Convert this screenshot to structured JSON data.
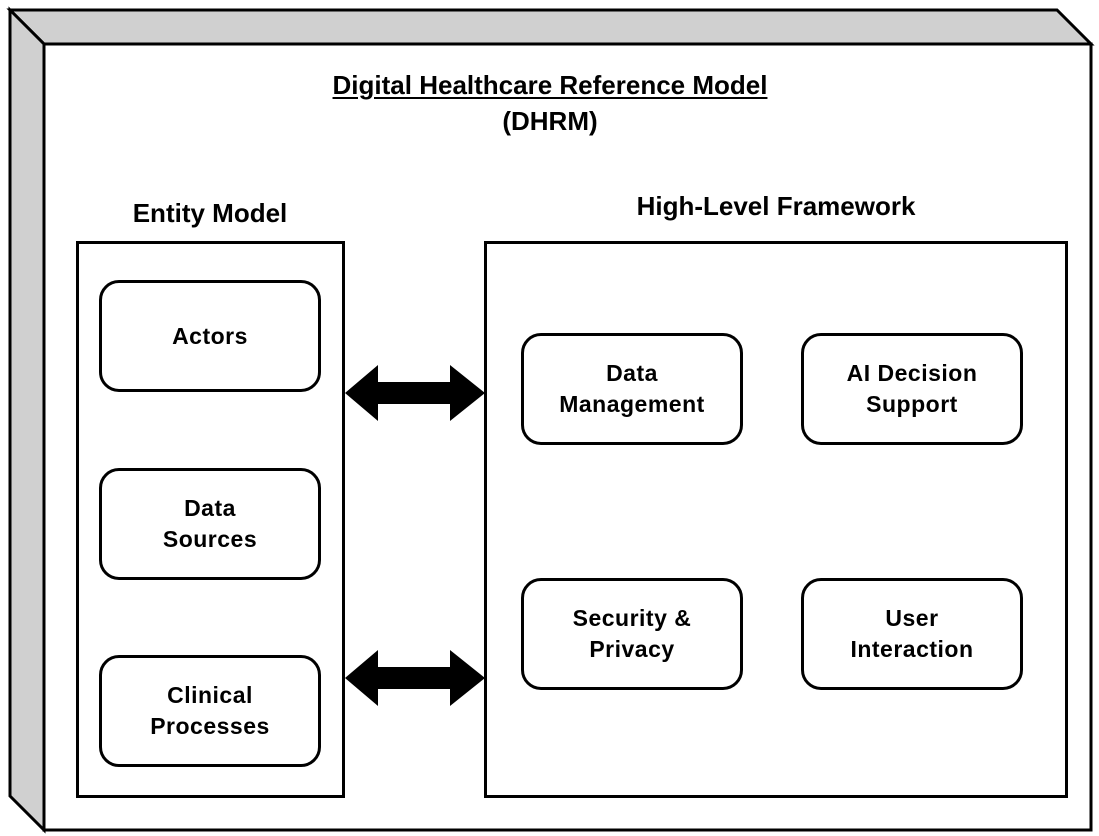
{
  "diagram": {
    "title": "Digital Healthcare Reference Model",
    "subtitle": "(DHRM)",
    "entity_model": {
      "title": "Entity Model",
      "items": [
        {
          "lines": [
            "Actors"
          ]
        },
        {
          "lines": [
            "Data",
            "Sources"
          ]
        },
        {
          "lines": [
            "Clinical",
            "Processes"
          ]
        }
      ]
    },
    "framework": {
      "title": "High-Level Framework",
      "items": [
        {
          "lines": [
            "Data",
            "Management"
          ]
        },
        {
          "lines": [
            "AI Decision",
            "Support"
          ]
        },
        {
          "lines": [
            "Security &",
            "Privacy"
          ]
        },
        {
          "lines": [
            "User",
            "Interaction"
          ]
        }
      ]
    },
    "connections": [
      {
        "from": "Entity Model",
        "to": "High-Level Framework",
        "direction": "bidirectional"
      },
      {
        "from": "Entity Model",
        "to": "High-Level Framework",
        "direction": "bidirectional"
      }
    ],
    "colors": {
      "outline": "#000000",
      "background": "#ffffff",
      "cube_side": "#d0d0d0"
    }
  }
}
